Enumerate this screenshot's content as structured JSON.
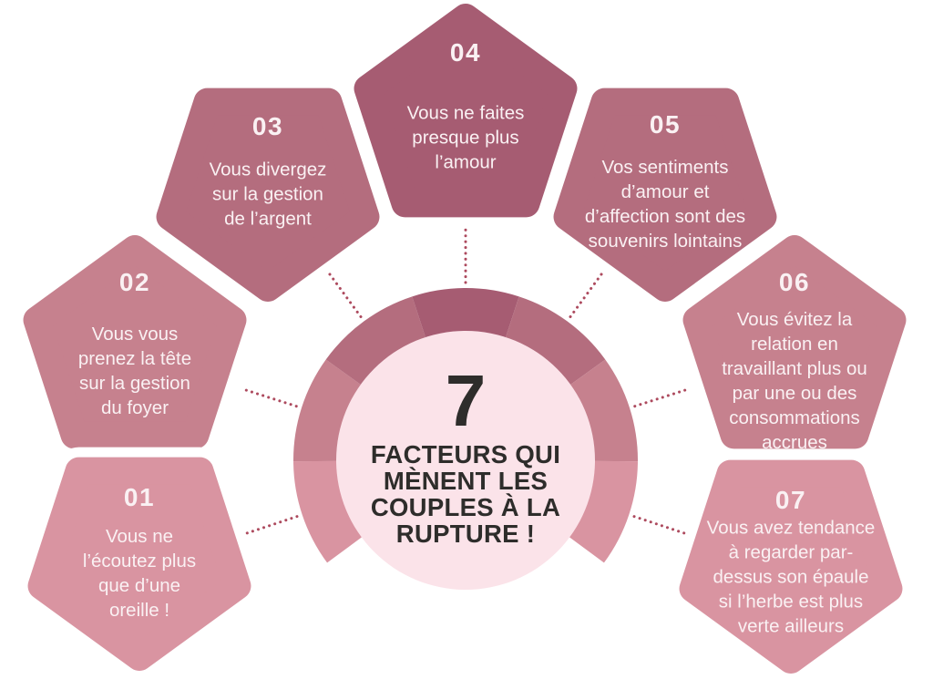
{
  "center": {
    "number": "7",
    "title": "FACTEURS QUI\nMÈNENT LES\nCOUPLES À LA\nRUPTURE !"
  },
  "factors": [
    {
      "number": "01",
      "text": "Vous ne\nl’écoutez plus\nque d’une\noreille !",
      "color": "#d994a1"
    },
    {
      "number": "02",
      "text": "Vous vous\nprenez la tête\nsur la gestion\ndu foyer",
      "color": "#c6818e"
    },
    {
      "number": "03",
      "text": "Vous divergez\nsur la gestion\nde l’argent",
      "color": "#b46d7e"
    },
    {
      "number": "04",
      "text": "Vous ne faites\npresque plus\nl’amour",
      "color": "#a65c72"
    },
    {
      "number": "05",
      "text": "Vos sentiments\nd’amour et\nd’affection sont des\nsouvenirs lointains",
      "color": "#b46d7e"
    },
    {
      "number": "06",
      "text": "Vous évitez la\nrelation en\ntravaillant plus ou\npar une ou des\nconsommations\naccrues",
      "color": "#c6818e"
    },
    {
      "number": "07",
      "text": "Vous avez tendance\nà regarder par-\ndessus son épaule\nsi l’herbe est plus\nverte ailleurs",
      "color": "#d994a1"
    }
  ],
  "palette": {
    "background": "#ffffff",
    "center_circle": "#fbe3e9",
    "center_text": "#2e2d2b",
    "pentagon_text": "#faf1f3",
    "dotted_line": "#ad4a5e"
  }
}
